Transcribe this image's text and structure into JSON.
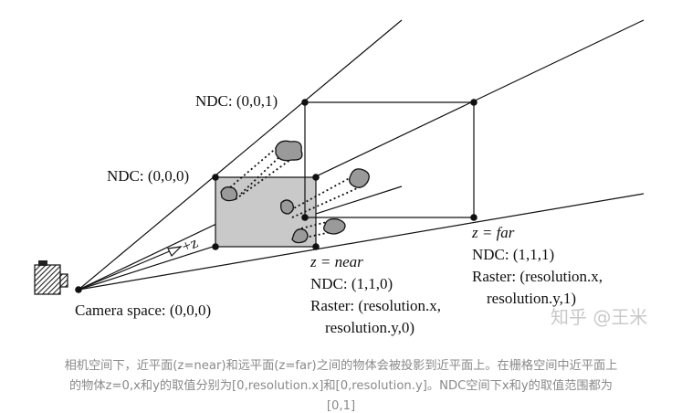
{
  "labels": {
    "ndc_001": "NDC: (0,0,1)",
    "ndc_000": "NDC: (0,0,0)",
    "z_near": "z = near",
    "ndc_110": "NDC: (1,1,0)",
    "raster_near_1": "Raster: (resolution.x,",
    "raster_near_2": "resolution.y,0)",
    "z_far": "z = far",
    "ndc_111": "NDC: (1,1,1)",
    "raster_far_1": "Raster: (resolution.x,",
    "raster_far_2": "resolution.y,1)",
    "camera_space": "Camera space: (0,0,0)",
    "plus_z": "+z"
  },
  "watermark": "知乎 @王米",
  "caption": {
    "line1": "相机空间下，近平面(z=near)和远平面(z=far)之间的物体会被投影到近平面上。在栅格空间中近平面上",
    "line2": "的物体z=0,x和y的取值分别为[0,resolution.x]和[0,resolution.y]。NDC空间下x和y的取值范围都为",
    "line3": "[0,1]"
  },
  "colors": {
    "near_plane_fill": "#c9c9c9",
    "blob_fill": "#9a9a9a",
    "line": "#111111",
    "caption_text": "#8a8a8a",
    "watermark": "#c9c9c9"
  }
}
